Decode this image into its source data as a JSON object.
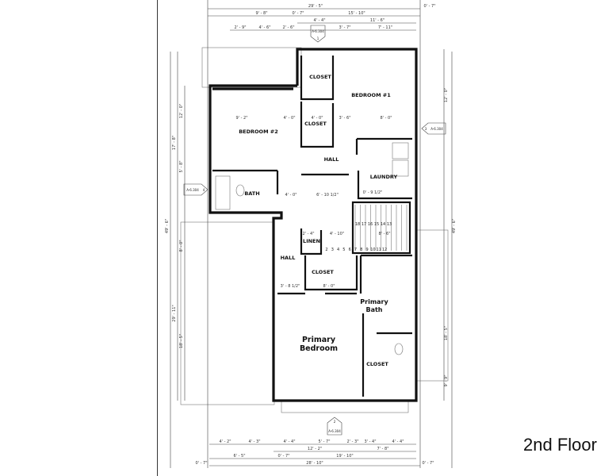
{
  "caption": "2nd Floor",
  "rooms": {
    "closet_upper": "CLOSET",
    "closet_mid": "CLOSET",
    "bedroom1": "BEDROOM #1",
    "bedroom2": "BEDROOM #2",
    "hall_upper": "HALL",
    "laundry": "LAUNDRY",
    "bath": "BATH",
    "linen": "LINEN",
    "hall_lower": "HALL",
    "closet_lower": "CLOSET",
    "primary_bath_1": "Primary",
    "primary_bath_2": "Bath",
    "primary_bedroom_1": "Primary",
    "primary_bedroom_2": "Bedroom",
    "closet_primary": "CLOSET"
  },
  "section_tags": {
    "top": "A-6.304",
    "top_num": "1",
    "right": "A-6.304",
    "right_num": "3",
    "left": "A-6.304",
    "left_num": "4",
    "bottom": "A-6.304",
    "bottom_num": "2"
  },
  "stairs": {
    "upper_steps": [
      "18",
      "17",
      "16",
      "15",
      "14",
      "13"
    ],
    "lower_steps": [
      "2",
      "3",
      "4",
      "5",
      "6",
      "7",
      "8",
      "9",
      "10",
      "11",
      "12"
    ]
  },
  "dimensions": {
    "top": {
      "overall": "29' - 5\"",
      "row1": [
        "9' - 8\"",
        "0' - 7\"",
        "15' - 10\"",
        "0' - 7\""
      ],
      "row2": [
        "4' - 4\"",
        "11' - 6\""
      ],
      "row3": [
        "2' - 9\"",
        "4' - 6\"",
        "2' - 6\"",
        "3' - 7\"",
        "7' - 11\""
      ]
    },
    "bottom": {
      "row1": [
        "4' - 2\"",
        "4' - 3\"",
        "4' - 4\"",
        "5' - 7\"",
        "2' - 3\"",
        "3' - 4\"",
        "4' - 4\""
      ],
      "row2": [
        "12' - 2\"",
        "7' - 8\""
      ],
      "row3": [
        "6' - 5\"",
        "0' - 7\"",
        "19' - 10\""
      ],
      "overall": [
        "0' - 7\"",
        "28' - 10\"",
        "0' - 7\""
      ]
    },
    "left": {
      "overall": "49' - 6\"",
      "upper": "17' - 8\"",
      "upper_a": "12' - 0\"",
      "upper_b": "5' - 8\"",
      "lower": "29' - 11\"",
      "lower_a": "8' - 0\"",
      "lower_b": "18' - 5\""
    },
    "right": {
      "overall": "49' - 6\"",
      "a": "12' - 0\"",
      "b": "18' - 5\"",
      "c": "9' - 9\""
    },
    "interior": {
      "bed2_w": "9' - 2\"",
      "hall_w": "4' - 0\"",
      "clos_w": "4' - 0\"",
      "bed1_a": "3' - 6\"",
      "bed1_b": "8' - 0\"",
      "hall2": "6' - 10 1/2\"",
      "bath_w": "4' - 0\"",
      "laundry": "0' - 9 1/2\"",
      "linen_a": "2' - 4\"",
      "linen_b": "4' - 10\"",
      "stair_w": "8' - 6\"",
      "hall3": "3' - 8 1/2\"",
      "closet3": "8' - 0\""
    }
  }
}
